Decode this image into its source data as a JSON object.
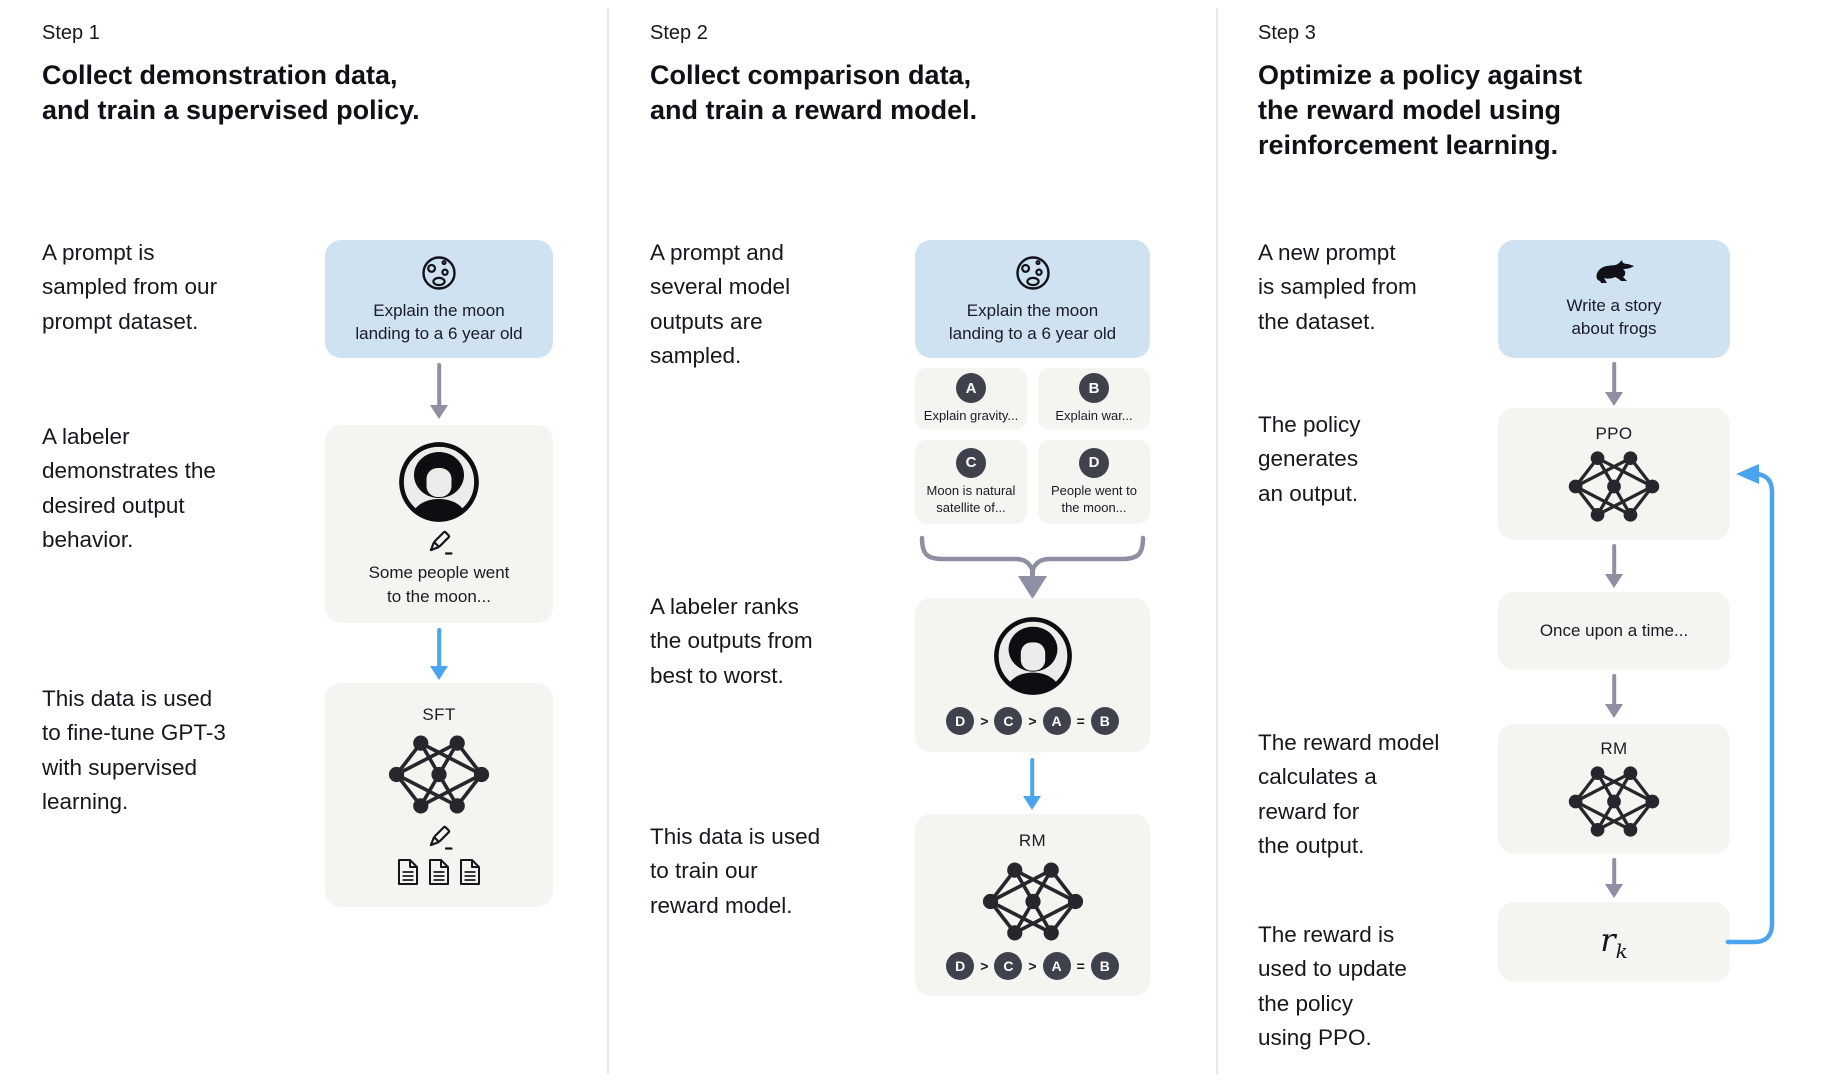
{
  "colors": {
    "prompt_box_blue": "#cee2f1",
    "model_box_gray": "#f4f4f1",
    "badge_dark": "#3f414d",
    "arrow_gray": "#8f8fa3",
    "arrow_blue": "#4ba5ee",
    "text_dark": "#17171f",
    "divider_gray": "#e8e8e5"
  },
  "step1": {
    "label": "Step 1",
    "title": "Collect demonstration data,\nand train a supervised policy.",
    "captions": {
      "prompt": "A prompt is\nsampled from our\nprompt dataset.",
      "labeler": "A labeler\ndemonstrates the\ndesired output\nbehavior.",
      "finetune": "This data is used\nto fine-tune GPT-3\nwith supervised\nlearning."
    },
    "prompt_box": {
      "icon": "moon-icon",
      "text": "Explain the moon\nlanding to a 6 year old"
    },
    "labeler_box": {
      "icons": [
        "labeler-avatar-icon",
        "pencil-icon"
      ],
      "text": "Some people went\nto the moon..."
    },
    "sft_box": {
      "label": "SFT",
      "icons": [
        "neural-network-icon",
        "pencil-icon",
        "documents-icon"
      ]
    }
  },
  "step2": {
    "label": "Step 2",
    "title": "Collect comparison data,\nand train a reward model.",
    "captions": {
      "sampled": "A prompt and\nseveral model\noutputs are\nsampled.",
      "ranks": "A labeler ranks\nthe outputs from\nbest to worst.",
      "train": "This data is used\nto train our\nreward model."
    },
    "prompt_box": {
      "icon": "moon-icon",
      "text": "Explain the moon\nlanding to a 6 year old"
    },
    "outputs": [
      {
        "badge": "A",
        "text": "Explain gravity..."
      },
      {
        "badge": "B",
        "text": "Explain war..."
      },
      {
        "badge": "C",
        "text": "Moon is natural\nsatellite of..."
      },
      {
        "badge": "D",
        "text": "People went to\nthe moon..."
      }
    ],
    "ranking": [
      "D",
      ">",
      "C",
      ">",
      "A",
      "=",
      "B"
    ],
    "rm_box": {
      "label": "RM",
      "icons": [
        "neural-network-icon"
      ]
    }
  },
  "step3": {
    "label": "Step 3",
    "title": "Optimize a policy against\nthe reward model using\nreinforcement learning.",
    "captions": {
      "new_prompt": "A new prompt\nis sampled from\nthe dataset.",
      "policy": "The policy\ngenerates\nan output.",
      "reward": "The reward model\ncalculates a\nreward for\nthe output.",
      "update": "The reward is\nused to update\nthe policy\nusing PPO."
    },
    "prompt_box": {
      "icon": "frog-icon",
      "text": "Write a story\nabout frogs"
    },
    "ppo_box": {
      "label": "PPO",
      "icons": [
        "neural-network-icon"
      ]
    },
    "output_box": {
      "text": "Once upon a time..."
    },
    "rm_box": {
      "label": "RM",
      "icons": [
        "neural-network-icon"
      ]
    },
    "reward_box": {
      "label_main": "r",
      "label_sub": "k"
    }
  }
}
